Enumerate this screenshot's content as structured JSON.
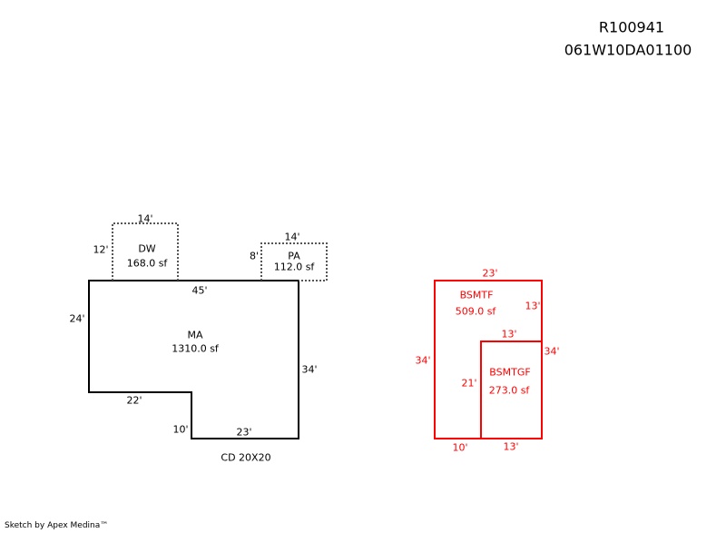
{
  "header": {
    "account": "R100941",
    "map_number": "061W10DA01100"
  },
  "footer": {
    "credit": "Sketch by Apex Medina™"
  },
  "colors": {
    "main": "#000000",
    "basement": "#ff0000"
  },
  "areas": {
    "dw": {
      "code": "DW",
      "area": "168.0 sf",
      "dims": [
        "14'",
        "12'"
      ]
    },
    "pa": {
      "code": "PA",
      "area": "112.0 sf",
      "dims": [
        "14'",
        "8'"
      ]
    },
    "ma": {
      "code": "MA",
      "area": "1310.0 sf",
      "dims": [
        "45'",
        "24'",
        "34'",
        "22'",
        "10'",
        "23'"
      ]
    },
    "bsmtf": {
      "code": "BSMTF",
      "area": "509.0 sf",
      "dims": [
        "23'",
        "13'",
        "13'",
        "34'",
        "34'",
        "10'"
      ]
    },
    "bsmtgf": {
      "code": "BSMTGF",
      "area": "273.0 sf",
      "dims": [
        "21'",
        "13'"
      ]
    }
  },
  "note": "CD 20X20"
}
